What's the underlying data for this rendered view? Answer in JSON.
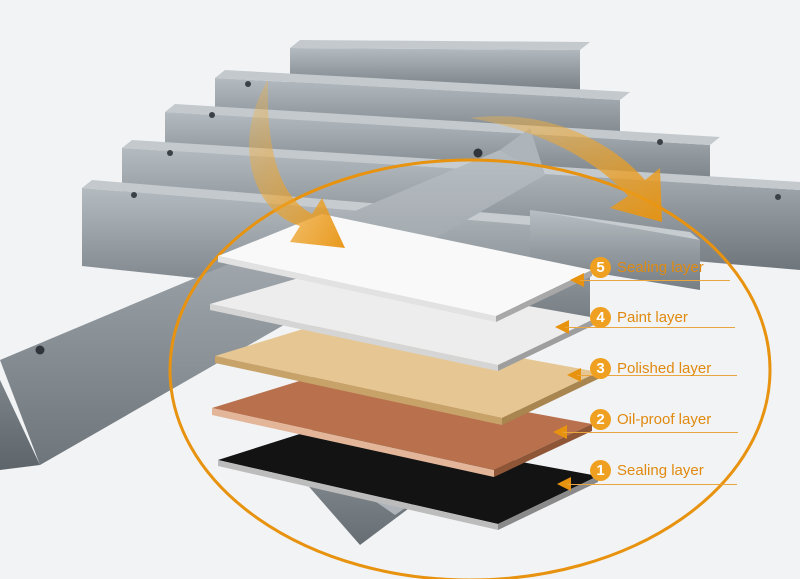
{
  "layers": [
    {
      "number": "5",
      "label": "Sealing layer",
      "color": "#f7f7f7"
    },
    {
      "number": "4",
      "label": "Paint layer",
      "color": "#eeeeee"
    },
    {
      "number": "3",
      "label": "Polished layer",
      "color": "#e5c58f"
    },
    {
      "number": "2",
      "label": "Oil-proof layer",
      "color": "#b5744f"
    },
    {
      "number": "1",
      "label": "Sealing layer",
      "color": "#151515"
    }
  ],
  "colors": {
    "accent": "#e8930f",
    "background": "#f2f3f5",
    "profile": "#98a0a6"
  },
  "icons": [
    "curved-arrow-left",
    "curved-arrow-right"
  ]
}
